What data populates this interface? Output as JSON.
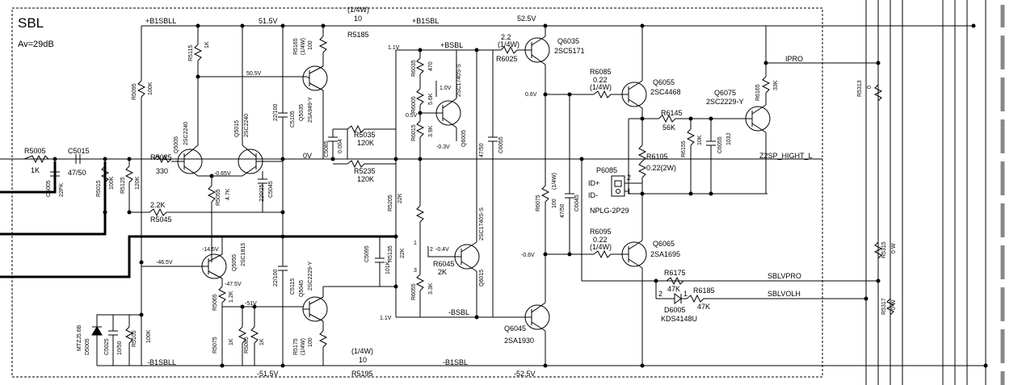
{
  "block": {
    "title": "SBL",
    "gain": "Av=29dB"
  },
  "rails": {
    "b1sbll_top": "+B1SBLL",
    "v51_5": "51.5V",
    "r5185_watt": "(1/4W)",
    "r5185_val": "10",
    "r5185": "R5185",
    "b1sbl_top": "+B1SBL",
    "v52_5": "52.5V",
    "b1sbll_bot": "-B1SBLL",
    "vm51_5": "-51.5V",
    "r5195_watt": "(1/4W)",
    "r5195_val": "10",
    "r5195": "R5195",
    "b1sbl_bot": "-B1SBL",
    "vm52_5": "-52.5V",
    "bsbl_pos": "+BSBL",
    "bsbl_neg": "-BSBL"
  },
  "parts": {
    "r5005": "R5005",
    "r5005_v": "1K",
    "c5015": "C5015",
    "c5015_v": "47/50",
    "c5005": "C5005",
    "c5005_v": "22PK",
    "r5015": "R5015",
    "r5015_v": "100K",
    "r5125": "R5125",
    "r5125_v": "120K",
    "r5025": "R5025",
    "r5025_v": "330",
    "r5045_v": "2.2K",
    "r5045": "R5045",
    "r5095": "R5095",
    "r5095_v": "100K",
    "r5115": "R5115",
    "r5115_v": "1K",
    "q5005": "Q5005",
    "q5005_t": "2SC2240",
    "q5015": "Q5015",
    "q5015_t": "2SC2240",
    "v_065": "-0.65V",
    "r5055": "R5055",
    "r5055_v": "4.7K",
    "c5045": "C5045",
    "c5045_v": "220/25",
    "r5165": "R5165",
    "r5165_w": "(1/4W)",
    "r5165_v": "100",
    "v50_5": "50.5V",
    "q5035": "Q5035",
    "q5035_t": "2SA949-Y",
    "c5105": "C5105",
    "c5105_v": "22/100",
    "c5085": "C5085",
    "c5085_v": "0.004",
    "r5035": "R5035",
    "r5035_v": "120K",
    "r5235": "R5235",
    "r5235_v": "120K",
    "v0": "0V",
    "r5205": "R5205",
    "r5205_v": "22K",
    "v1_1a": "1.1V",
    "v1_1b": "1.1V",
    "r6035": "R6035",
    "r6035_v": "470",
    "r6005": "R6005",
    "r6005_v": "5.6K",
    "r6015": "R6015",
    "r6015_v": "3.9K",
    "v1_0": "1.0V",
    "v0_5": "0.5V",
    "vm0_3": "-0.3V",
    "q6005": "Q6005",
    "q6005_t": "2SC1740S-S",
    "c6055": "C6055",
    "c6055_v": "47/50",
    "q6015": "Q6015",
    "q6015_t": "2SC1740S-S",
    "r6045": "R6045",
    "r6045_v": "2K",
    "vm0_4": "-0.4V",
    "pin1": "1",
    "pin2": "2",
    "pin3": "3",
    "r6055": "R6055",
    "r6055_v": "3.3K",
    "r5135": "R5135",
    "r5135_v": "22K",
    "c5095": "C5095",
    "c5095_v": "101K",
    "v_m14_5": "-14.5V",
    "v_m46_5": "-46.5V",
    "v_m47_5": "-47.5V",
    "q5055": "Q5055",
    "q5055_t": "2SC1815",
    "r5065": "R5065",
    "r5065_v": "1.2K",
    "v_m51": "-51V",
    "r5075": "R5075",
    "r5075_v": "1K",
    "r5085": "R5085",
    "r5085_v": "1K",
    "c5115": "C5115",
    "c5115_v": "22/100",
    "q5045": "Q5045",
    "q5045_t": "2SC2229-Y",
    "r5175": "R5175",
    "r5175_w": "(1/4W)",
    "r5175_v": "100",
    "d5005": "D5005",
    "d5005_t": "MTZJ5.6B",
    "c5025": "C5025",
    "c5025_v": "10/50",
    "r5105": "R5105",
    "r5105_v": "100K",
    "r6025_v": "2.2",
    "r6025_w": "(1/4W)",
    "r6025": "R6025",
    "q6035": "Q6035",
    "q6035_t": "2SC5171",
    "v0_6": "0.6V",
    "vm0_6": "-0.6V",
    "r6085": "R6085",
    "r6085_v": "0.22",
    "r6085_w": "(1/4W)",
    "q6055": "Q6055",
    "q6055_t": "2SC4468",
    "r6145": "R6145",
    "r6145_v": "56K",
    "q6075": "Q6075",
    "q6075_t": "2SC2229-Y",
    "r6165": "R6165",
    "r6165_v": "33K",
    "r6155": "R6155",
    "r6155_v": "10K",
    "c6055b": "C6055",
    "c6055b_v": "103J",
    "r6105": "R6105",
    "r6105_v": "0.22(2W)",
    "p6085": "P6085",
    "id_pos": "ID+",
    "id_neg": "ID-",
    "p_pin2": "2",
    "p_pin1": "1",
    "nplg": "NPLG-2P29",
    "r6075": "R6075",
    "r6075_v": "100",
    "r6075_w": "(1/4W)",
    "c6045": "C6045",
    "c6045_v": "47/50",
    "r6095": "R6095",
    "r6095_v": "0.22",
    "r6095_w": "(1/4W)",
    "q6065": "Q6065",
    "q6065_t": "2SA1695",
    "q6045": "Q6045",
    "q6045_t": "2SA1930",
    "r6175": "R6175",
    "r6175_v": "47K",
    "r6185": "R6185",
    "r6185_v": "47K",
    "d6005": "D6005",
    "d6005_t": "KDS4148U",
    "d_pin2": "2",
    "d_pin1": "1",
    "r5313": "R5313",
    "r5313_v": "0",
    "r5315": "R5315",
    "r5315_v": "0 W",
    "r5317": "R5317",
    "r5317_v": "0 W"
  },
  "nets": {
    "ipro": "IPRO",
    "z2sp": "Z2SP_HIGHT_L",
    "sblvpro": "SBLVPRO",
    "sblvolh": "SBLVOLH"
  }
}
